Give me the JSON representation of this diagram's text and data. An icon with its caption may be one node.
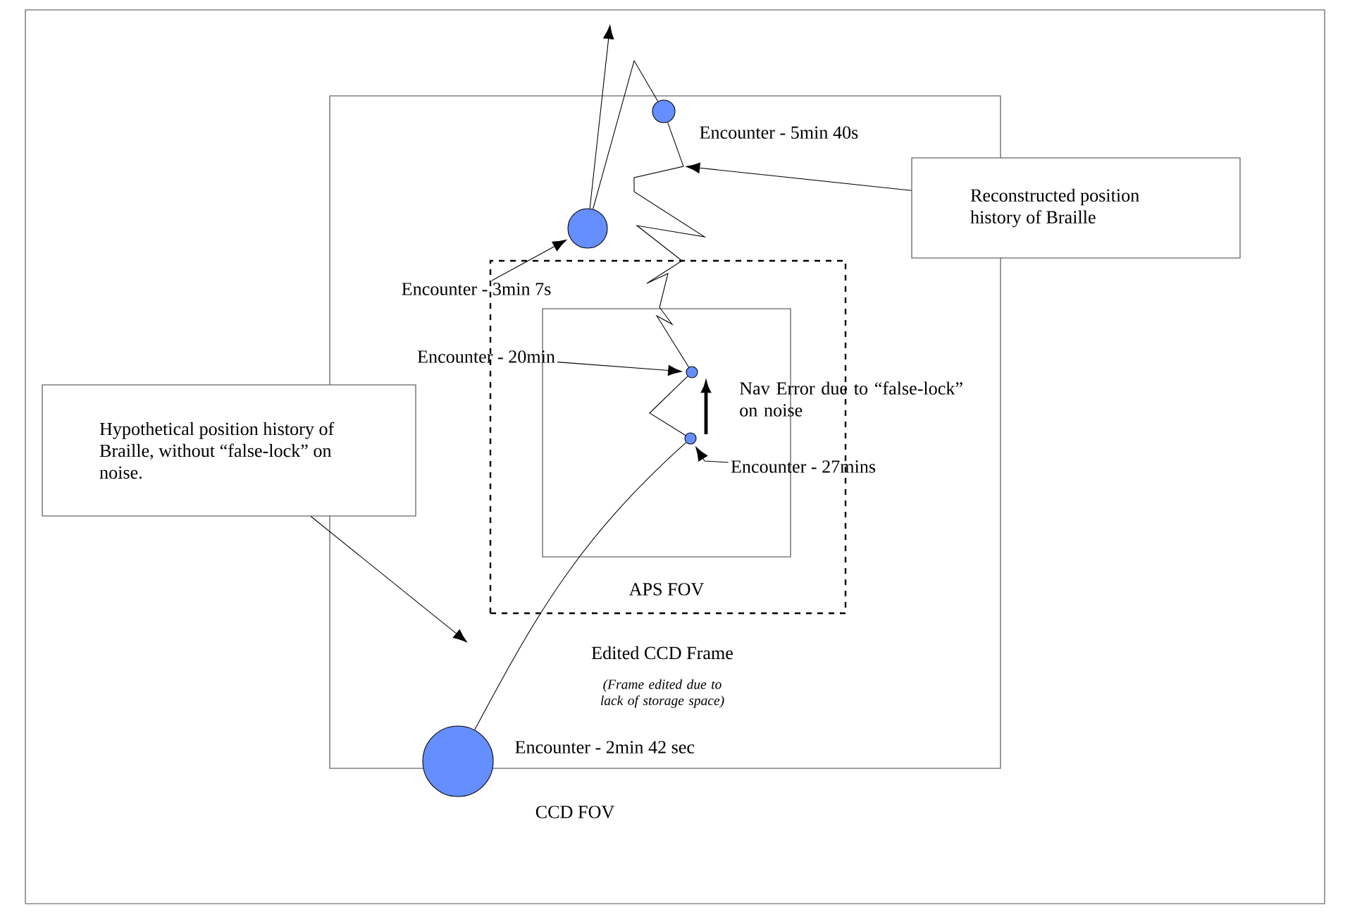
{
  "diagram": {
    "nodes": [
      {
        "text": [
          "CCD FOV"
        ]
      },
      {
        "text": [
          "Edited CCD Frame",
          "(Frame edited due to lack of storage space)"
        ],
        "in": 0
      },
      {
        "text": [
          "APS FOV"
        ],
        "in": 1
      },
      {
        "text": [
          "Hypothetical position history of Braille, without “false-lock” on noise."
        ]
      },
      {
        "text": [
          "Reconstructed position history of Braille"
        ]
      },
      {
        "text": [],
        "shape": "circle",
        "beside": [
          "Encounter - 2min 42 sec"
        ]
      },
      {
        "text": [],
        "shape": "circle",
        "in": 0
      },
      {
        "text": [],
        "shape": "circle",
        "in": 0,
        "beside": [
          "Encounter - 5min 40s"
        ]
      },
      {
        "text": [],
        "shape": "circle",
        "in": 2
      },
      {
        "text": [],
        "shape": "circle",
        "in": 2
      },
      {
        "text": [
          "Encounter - 3min 7s"
        ],
        "in": 0
      },
      {
        "text": [
          "Encounter - 20min"
        ],
        "in": 0
      },
      {
        "text": [
          "Encounter - 27mins"
        ],
        "in": 0
      }
    ],
    "edges": [
      {
        "from": 10,
        "to": 6,
        "arrow": "to"
      },
      {
        "from": 11,
        "to": 8,
        "arrow": "to"
      },
      {
        "from": 12,
        "to": 9,
        "arrow": "to"
      },
      {
        "from": 5,
        "to": 9,
        "arrow": "none"
      },
      {
        "from": 9,
        "to": 8,
        "arrow": "none"
      },
      {
        "from": 8,
        "to": 7,
        "arrow": "none"
      },
      {
        "from": 7,
        "to": 6,
        "arrow": "none"
      },
      {
        "from": 6,
        "to": null,
        "arrow": "to"
      },
      {
        "from": 9,
        "to": 8,
        "arrow": "to",
        "style": "thick",
        "label": "Nav Error due to “false-lock” on noise"
      },
      {
        "from": 3,
        "to": null,
        "arrow": "to"
      },
      {
        "from": 4,
        "to": null,
        "arrow": "to"
      }
    ]
  }
}
